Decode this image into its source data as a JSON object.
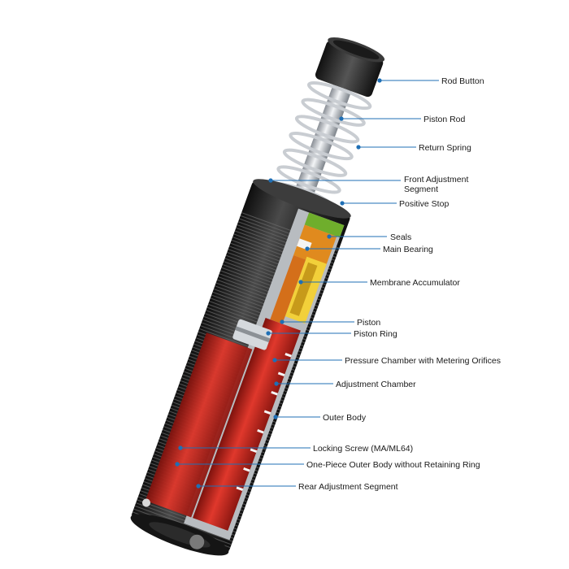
{
  "colors": {
    "leader": "#1f6fb5",
    "body_dark": "#262626",
    "chamber_red": "#c8261e",
    "bearing_orange": "#e08a1e",
    "stop_green": "#6fae2c",
    "accumulator_yellow": "#f2d03a"
  },
  "labels": [
    {
      "id": "rod-button",
      "text": "Rod Button"
    },
    {
      "id": "piston-rod",
      "text": "Piston Rod"
    },
    {
      "id": "return-spring",
      "text": "Return Spring"
    },
    {
      "id": "front-adjustment-segment",
      "text": "Front Adjustment",
      "text2": "Segment"
    },
    {
      "id": "positive-stop",
      "text": "Positive Stop"
    },
    {
      "id": "seals",
      "text": "Seals"
    },
    {
      "id": "main-bearing",
      "text": "Main Bearing"
    },
    {
      "id": "membrane-accumulator",
      "text": "Membrane Accumulator"
    },
    {
      "id": "piston",
      "text": "Piston"
    },
    {
      "id": "piston-ring",
      "text": "Piston Ring"
    },
    {
      "id": "pressure-chamber",
      "text": "Pressure Chamber with Metering Orifices"
    },
    {
      "id": "adjustment-chamber",
      "text": "Adjustment Chamber"
    },
    {
      "id": "outer-body",
      "text": "Outer Body"
    },
    {
      "id": "locking-screw",
      "text": "Locking Screw (MA/ML64)"
    },
    {
      "id": "one-piece-outer-body",
      "text": "One-Piece Outer Body without Retaining Ring"
    },
    {
      "id": "rear-adjustment-segment",
      "text": "Rear Adjustment Segment"
    }
  ]
}
